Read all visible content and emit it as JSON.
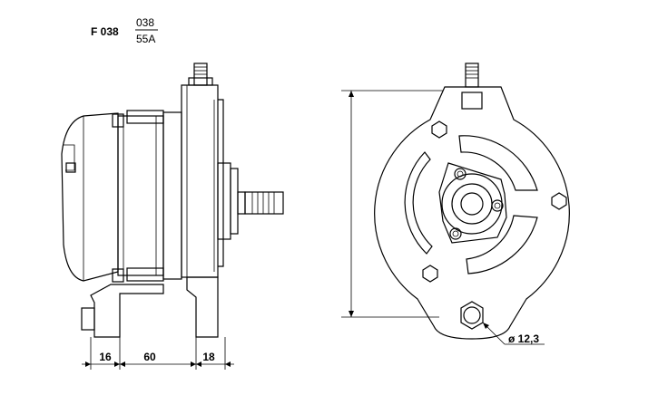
{
  "title": {
    "code": "F 038",
    "fraction_top": "038",
    "fraction_bottom": "55A"
  },
  "dimensions": {
    "dim_a": "16",
    "dim_b": "60",
    "dim_c": "18",
    "hole": "ø 12,3"
  }
}
